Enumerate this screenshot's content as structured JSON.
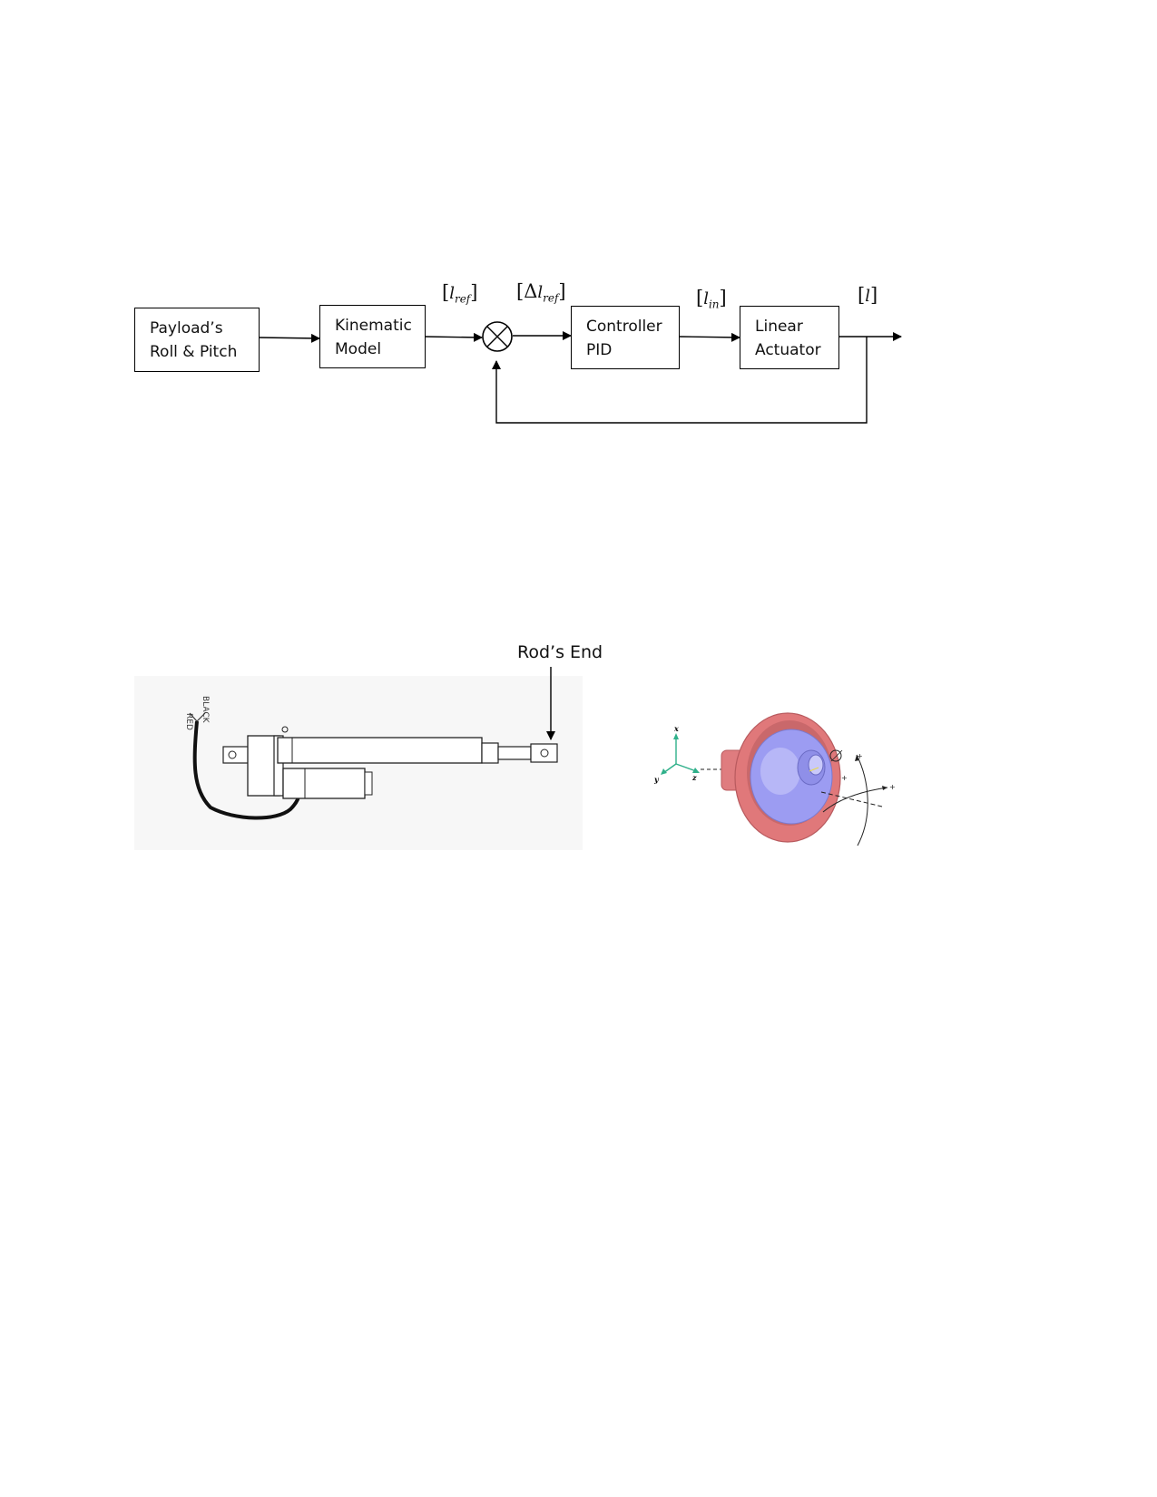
{
  "block_diagram": {
    "blocks": [
      {
        "id": "payload",
        "lines": [
          "Payload’s",
          "Roll & Pitch"
        ]
      },
      {
        "id": "kinematic",
        "lines": [
          "Kinematic",
          "Model"
        ]
      },
      {
        "id": "controller",
        "lines": [
          "Controller",
          "PID"
        ]
      },
      {
        "id": "actuator",
        "lines": [
          "Linear",
          "Actuator"
        ]
      }
    ],
    "signals": {
      "l_ref": {
        "open": "[",
        "symbol": "l",
        "sub": "ref",
        "close": "]"
      },
      "delta_l_ref": {
        "open": "[Δ",
        "symbol": "l",
        "sub": "ref",
        "close": "]"
      },
      "l_in": {
        "open": "[",
        "symbol": "l",
        "sub": "in",
        "close": "]"
      },
      "l_out": {
        "open": "[",
        "symbol": "l",
        "sub": "",
        "close": "]"
      }
    }
  },
  "actuator_drawing": {
    "callout": "Rod’s End",
    "wire_labels": [
      "RED",
      "BLACK"
    ]
  },
  "joint_model": {
    "axis_labels": [
      "x",
      "y",
      "z"
    ],
    "colors": {
      "housing": "#e0787a",
      "ball": "#9c9cf2",
      "axis": "#2fb08a"
    }
  }
}
